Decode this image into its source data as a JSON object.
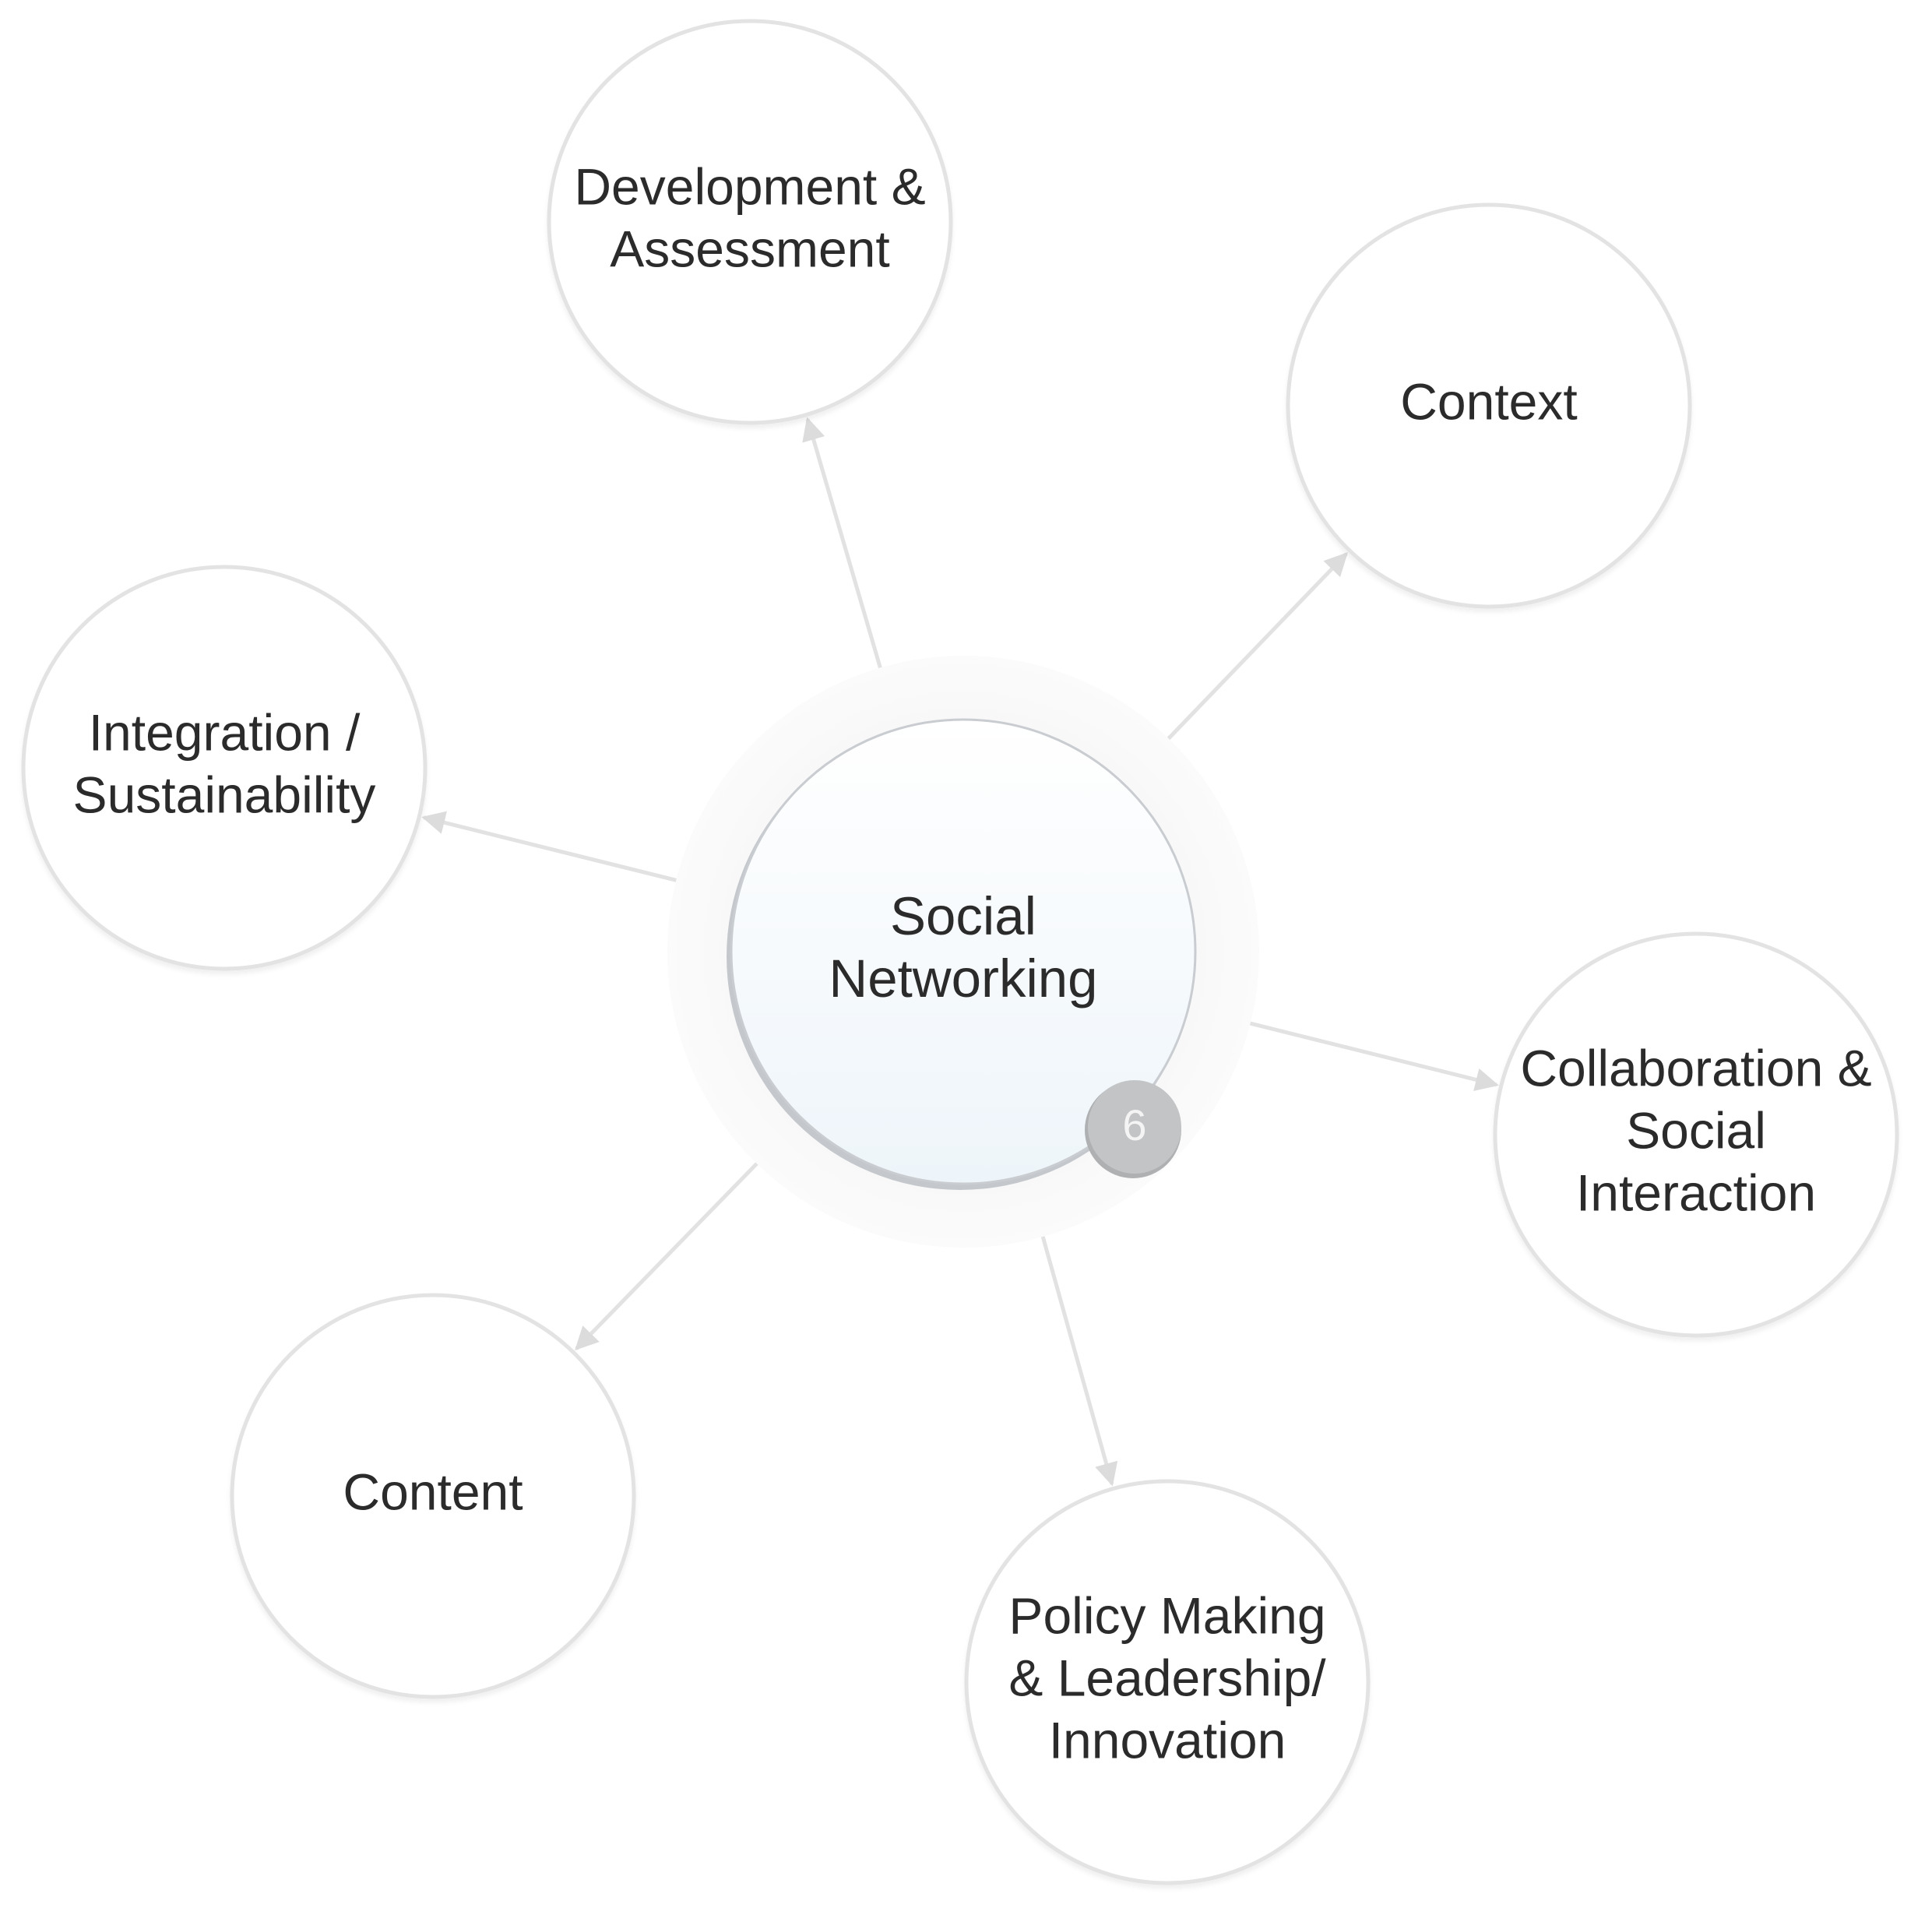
{
  "center": {
    "lines": [
      "Social",
      "Networking"
    ],
    "badge": "6"
  },
  "nodes": [
    {
      "id": "development-assessment",
      "lines": [
        "Development &",
        "Assessment"
      ]
    },
    {
      "id": "context",
      "lines": [
        "Context"
      ]
    },
    {
      "id": "collaboration-social-interaction",
      "lines": [
        "Collaboration &",
        "Social",
        "Interaction"
      ]
    },
    {
      "id": "policy-making-leadership-innovation",
      "lines": [
        "Policy Making",
        "& Leadership/",
        "Innovation"
      ]
    },
    {
      "id": "content",
      "lines": [
        "Content"
      ]
    },
    {
      "id": "integration-sustainability",
      "lines": [
        "Integration /",
        "Sustainability"
      ]
    }
  ],
  "colors": {
    "node_border": "#e3e3e3",
    "arrow": "#e2e2e2",
    "center_border": "#c9ccd0",
    "badge_fill": "#c2c4c6",
    "text": "#2b2b2b"
  }
}
